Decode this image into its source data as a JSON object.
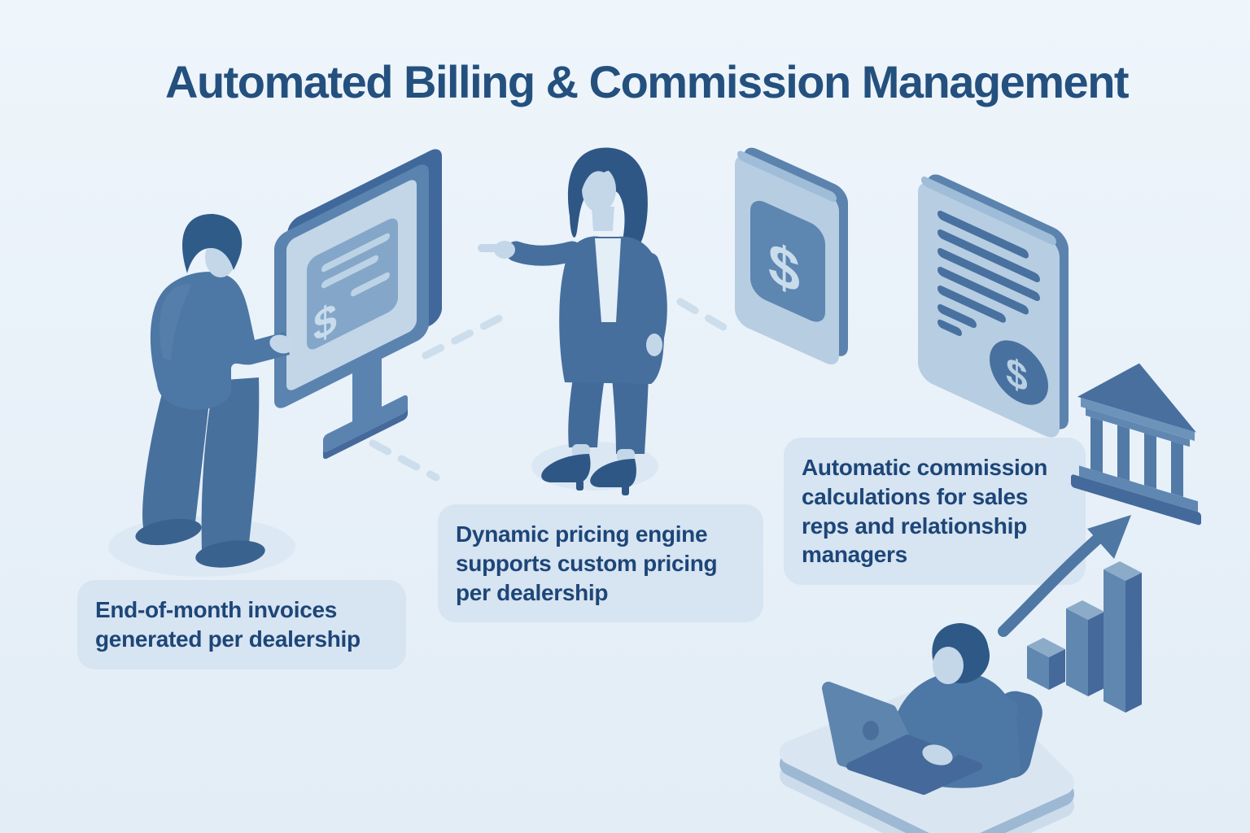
{
  "title": "Automated Billing & Commission Management",
  "glyphs": {
    "dollar": "$"
  },
  "captions": {
    "invoices": {
      "lines": [
        "End-of-month invoices",
        "generated per dealership"
      ]
    },
    "pricing": {
      "lines": [
        "Dynamic pricing engine",
        "supports custom pricing",
        "per dealership"
      ]
    },
    "commission": {
      "lines": [
        "Automatic commission",
        "calculations for sales",
        "reps and relationship",
        "managers"
      ]
    }
  },
  "palette": {
    "background_top": "#eef5fb",
    "background_bottom": "#e2edf6",
    "title_text": "#24507e",
    "caption_bg": "#d7e4f1",
    "caption_text": "#1d4678",
    "figure_blue": "#4d77a4",
    "dark_blue": "#2f5b89",
    "panel_blue": "#84a7c9",
    "card_face": "#b6cde2",
    "card_edge": "#5b83ae",
    "skin_light_blue": "#c3d7e9",
    "dash_blue": "#ccddeb",
    "shadow_blue": "#dce9f4"
  }
}
